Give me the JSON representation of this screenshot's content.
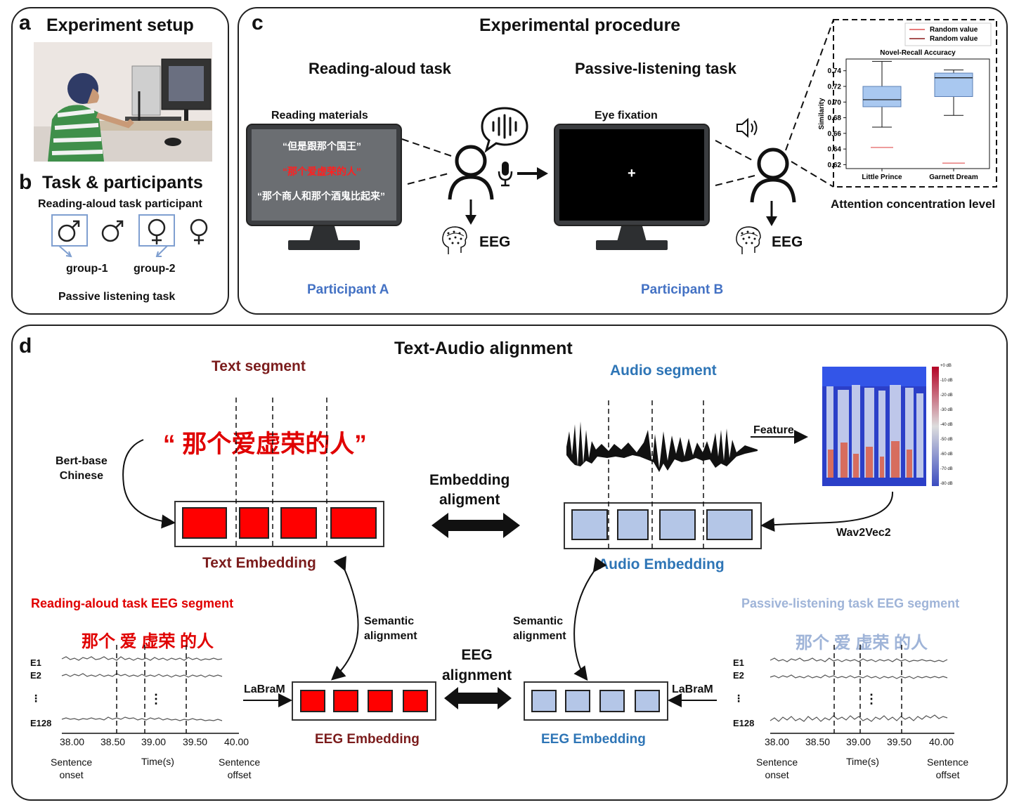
{
  "panel_a": {
    "letter": "a",
    "title": "Experiment setup"
  },
  "panel_b": {
    "letter": "b",
    "title": "Task & participants",
    "subtitle": "Reading-aloud task participant",
    "group1": "group-1",
    "group2": "group-2",
    "footer": "Passive listening task"
  },
  "panel_c": {
    "letter": "c",
    "title": "Experimental procedure",
    "reading_task": "Reading-aloud task",
    "listening_task": "Passive-listening task",
    "reading_materials": "Reading materials",
    "materials": [
      "“但是跟那个国王”",
      "“那个爱虚荣的人”",
      "“那个商人和那个酒鬼比起来”"
    ],
    "eye_fixation": "Eye fixation",
    "fixation_symbol": "+",
    "eeg_a": "EEG",
    "eeg_b": "EEG",
    "participant_a": "Participant A",
    "participant_b": "Participant B",
    "attention_caption": "Attention concentration level"
  },
  "chart_data": {
    "type": "box",
    "title": "Novel-Recall Accuracy",
    "xlabel": "",
    "ylabel": "Similarity",
    "categories": [
      "Little Prince",
      "Garnett Dream"
    ],
    "yticks": [
      "0.62",
      "0.64",
      "0.66",
      "0.68",
      "0.70",
      "0.72",
      "0.74"
    ],
    "ylim": [
      0.615,
      0.755
    ],
    "boxes": [
      {
        "min": 0.668,
        "q1": 0.694,
        "median": 0.703,
        "q3": 0.72,
        "max": 0.752
      },
      {
        "min": 0.683,
        "q1": 0.707,
        "median": 0.731,
        "q3": 0.737,
        "max": 0.741
      }
    ],
    "random_values": [
      0.642,
      0.622
    ],
    "legend": [
      "Random value",
      "Random value"
    ],
    "legend_position": "top-right",
    "colors": {
      "box": "#a9c8f0",
      "random": "#e05050"
    }
  },
  "panel_d": {
    "letter": "d",
    "title": "Text-Audio alignment",
    "text_segment": "Text segment",
    "audio_segment": "Audio segment",
    "sentence": "“ 那个爱虚荣的人”",
    "bert": "Bert-base\nChinese",
    "feature": "Feature",
    "embedding_alignment": "Embedding\naligment",
    "wav2vec": "Wav2Vec2",
    "text_embedding": "Text Embedding",
    "audio_embedding": "Audio Embedding",
    "reading_eeg_segment": "Reading-aloud task EEG segment",
    "listening_eeg_segment": "Passive-listening task EEG segment",
    "eeg_words": "那个 爱 虚荣 的人",
    "semantic_alignment_left": "Semantic\nalignment",
    "semantic_alignment_right": "Semantic\nalignment",
    "eeg_alignment": "EEG\nalignment",
    "labram_left": "LaBraM",
    "labram_right": "LaBraM",
    "eeg_embedding_left": "EEG Embedding",
    "eeg_embedding_right": "EEG Embedding",
    "electrodes": [
      "E1",
      "E2",
      "⋮",
      "E128"
    ],
    "time_ticks": [
      "38.00",
      "38.50",
      "39.00",
      "39.50",
      "40.00"
    ],
    "sentence_onset": "Sentence\nonset",
    "time_label": "Time(s)",
    "sentence_offset": "Sentence\noffset",
    "spectrogram_scale": [
      "+0 dB",
      "-10 dB",
      "-20 dB",
      "-30 dB",
      "-40 dB",
      "-50 dB",
      "-60 dB",
      "-70 dB",
      "-80 dB"
    ]
  },
  "colors": {
    "participant_blue": "#4472c4",
    "dark_red": "#7b1c1c",
    "bright_red": "#e00000",
    "steel_blue": "#2e75b6",
    "light_blue": "#9fb4d8"
  }
}
